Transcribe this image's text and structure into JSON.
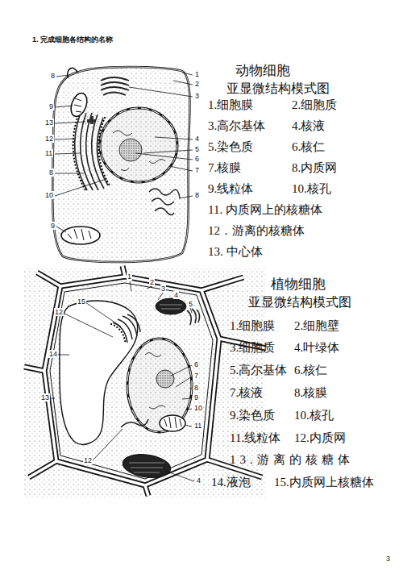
{
  "diagram": {
    "title": "1. 完成细胞各结构的名称",
    "labels": [
      "动物细胞",
      "亚显微结构模式图",
      "1.细胞膜",
      "2.细胞质",
      "3.高尔基体",
      "4.核液",
      "5.染色质",
      "6.核仁",
      "7.核膜",
      "8.内质网",
      "9.线粒体",
      "10.核孔",
      "11. 内质网上的核糖体",
      "12．游离的核糖体",
      "13. 中心体",
      "8",
      "1",
      "2",
      "3",
      "9",
      "13",
      "12",
      "11",
      "8",
      "10",
      "4",
      "5",
      "6",
      "7",
      "8",
      "9",
      "植物细胞",
      "亚显微结构模式图",
      "1.细胞膜",
      "2.细胞壁",
      "3.细胞质",
      "4.叶绿体",
      "5.高尔基体",
      "6.核仁",
      "7.核液",
      "8.核膜",
      "9.染色质",
      "10.核孔",
      "11.线粒体",
      "12.内质网",
      "13.游离的核糖体",
      "14.液泡",
      "15.内质网上核糖体",
      "1",
      "2",
      "3",
      "4",
      "5",
      "15",
      "12",
      "14",
      "13",
      "6",
      "7",
      "8",
      "9",
      "10",
      "11",
      "12",
      "4",
      "3"
    ]
  }
}
